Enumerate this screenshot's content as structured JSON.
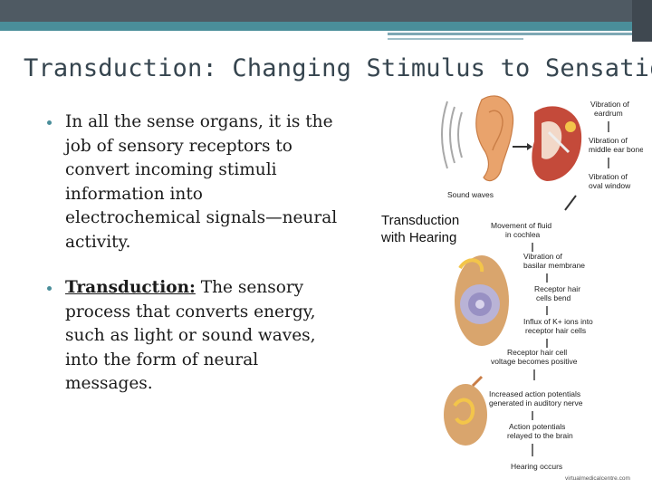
{
  "slide": {
    "title": "Transduction: Changing Stimulus to Sensation",
    "bullets": [
      {
        "text": "In all the sense organs, it is the job of sensory receptors to convert incoming stimuli information into electrochemical signals—neural activity."
      },
      {
        "term": "Transduction:",
        "text": " The sensory process that converts energy, such as light or sound waves, into the form of neural messages."
      }
    ],
    "caption_line1": "Transduction",
    "caption_line2": "with Hearing"
  },
  "diagram": {
    "sound_waves": "Sound waves",
    "step1": "Vibration of",
    "step1b": "eardrum",
    "step2": "Vibration of",
    "step2b": "middle ear bones",
    "step3": "Vibration of",
    "step3b": "oval window",
    "step4": "Movement of fluid",
    "step4b": "in cochlea",
    "step5": "Vibration of",
    "step5b": "basilar membrane",
    "step6": "Receptor hair",
    "step6b": "cells bend",
    "step7": "Influx of K+ ions into",
    "step7b": "receptor hair cells",
    "step8": "Receptor hair cell",
    "step8b": "voltage becomes positive",
    "step9": "Increased action potentials",
    "step9b": "generated in auditory nerve",
    "step10": "Action potentials",
    "step10b": "relayed to the brain",
    "step11": "Hearing occurs",
    "credit": "virtualmedicalcentre.com"
  }
}
